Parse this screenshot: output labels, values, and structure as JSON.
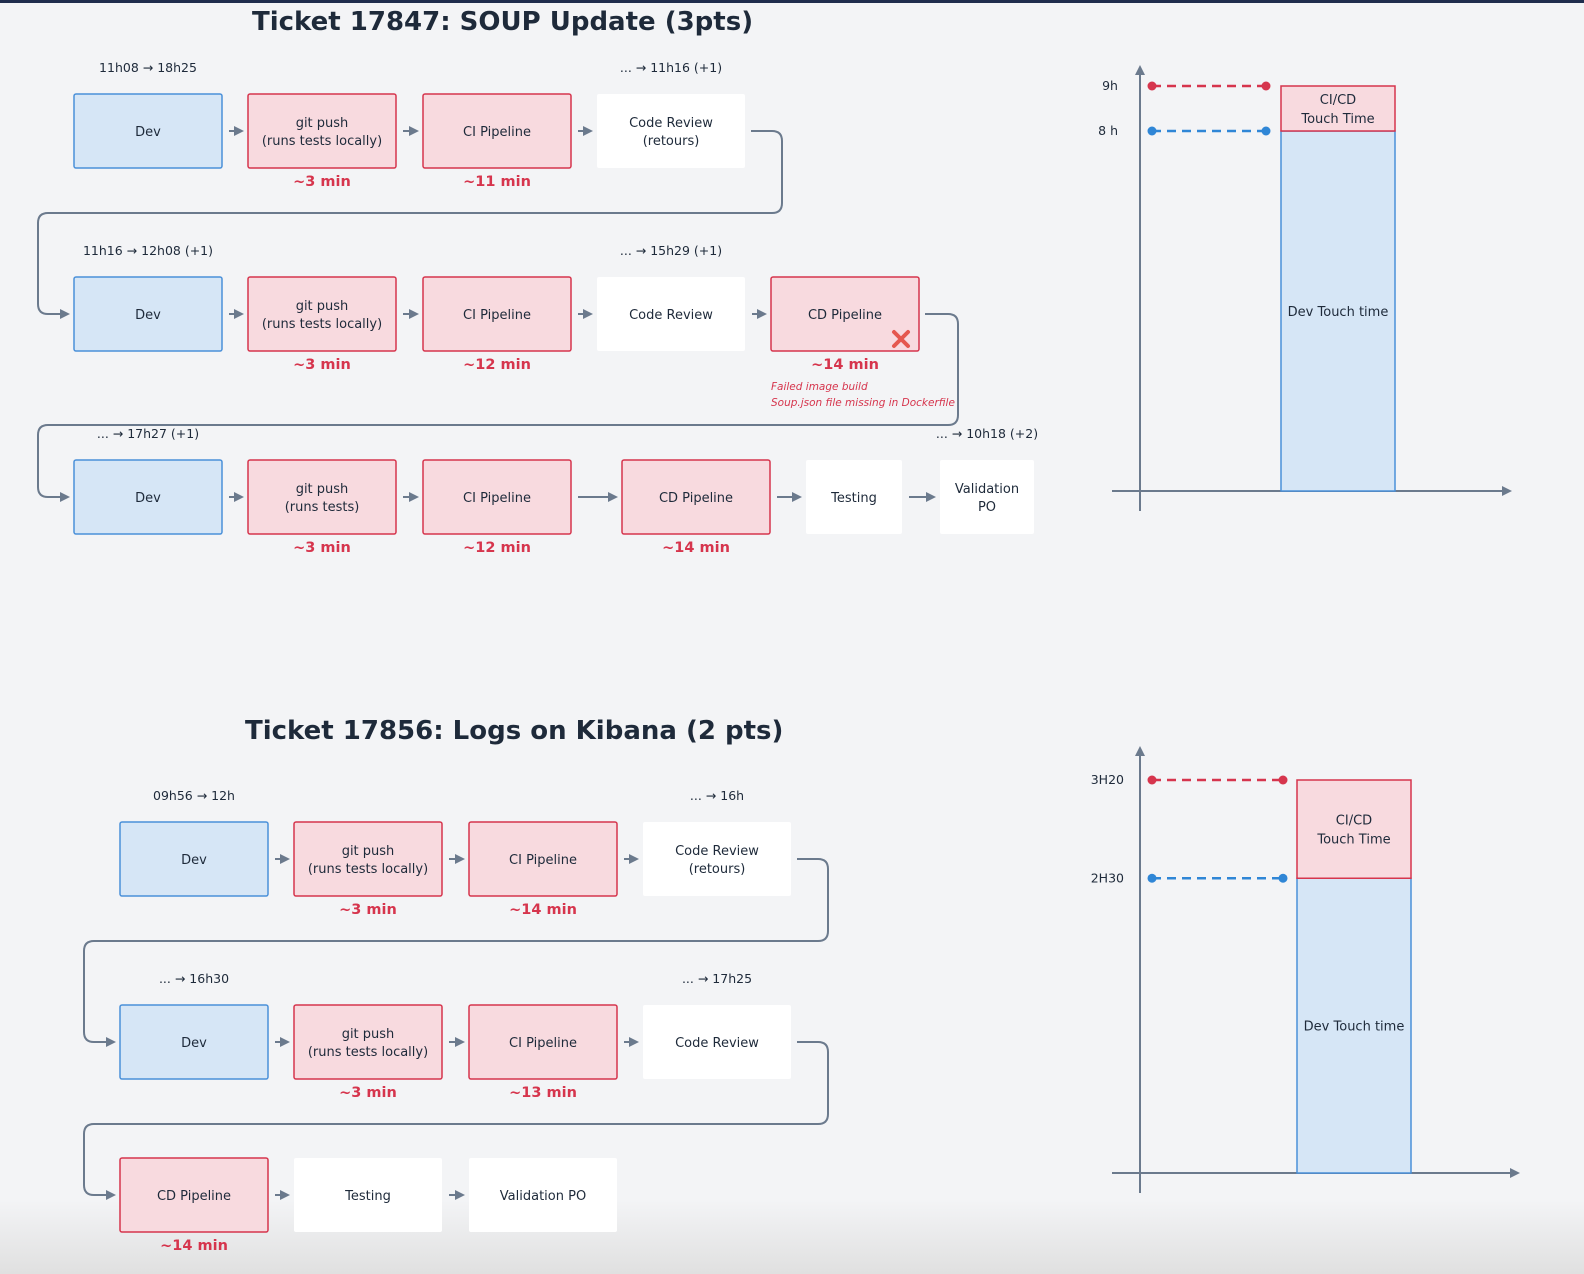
{
  "ticket1": {
    "title": "Ticket 17847: SOUP Update (3pts)",
    "rows": [
      {
        "steps": [
          {
            "label": [
              "Dev"
            ],
            "type": "dev",
            "time_label": "11h08 → 18h25"
          },
          {
            "label": [
              "git push",
              "(runs tests locally)"
            ],
            "type": "ci",
            "duration": "~3 min"
          },
          {
            "label": [
              "CI Pipeline"
            ],
            "type": "ci",
            "duration": "~11 min"
          },
          {
            "label": [
              "Code Review",
              "(retours)"
            ],
            "type": "review",
            "time_label": "... → 11h16 (+1)"
          }
        ]
      },
      {
        "steps": [
          {
            "label": [
              "Dev"
            ],
            "type": "dev",
            "time_label": "11h16 → 12h08 (+1)"
          },
          {
            "label": [
              "git push",
              "(runs tests locally)"
            ],
            "type": "ci",
            "duration": "~3 min"
          },
          {
            "label": [
              "CI Pipeline"
            ],
            "type": "ci",
            "duration": "~12 min"
          },
          {
            "label": [
              "Code Review"
            ],
            "type": "review",
            "time_label": "... → 15h29 (+1)"
          },
          {
            "label": [
              "CD Pipeline"
            ],
            "type": "ci",
            "duration": "~14 min",
            "failed": true,
            "note": [
              "Failed image build",
              "Soup.json file missing in Dockerfile"
            ]
          }
        ]
      },
      {
        "steps": [
          {
            "label": [
              "Dev"
            ],
            "type": "dev",
            "time_label": "... → 17h27 (+1)"
          },
          {
            "label": [
              "git push",
              "(runs tests)"
            ],
            "type": "ci",
            "duration": "~3 min"
          },
          {
            "label": [
              "CI Pipeline"
            ],
            "type": "ci",
            "duration": "~12 min"
          },
          {
            "label": [
              "CD Pipeline"
            ],
            "type": "ci",
            "duration": "~14 min"
          },
          {
            "label": [
              "Testing"
            ],
            "type": "review"
          },
          {
            "label": [
              "Validation",
              "PO"
            ],
            "type": "review",
            "time_label": "... → 10h18 (+2)"
          }
        ]
      }
    ],
    "chart": {
      "ticks": [
        {
          "label": "9h",
          "value": 9,
          "color": "#d6354d"
        },
        {
          "label": "8 h",
          "value": 8,
          "color": "#2f86d6"
        }
      ],
      "segments": [
        {
          "label": [
            "Dev Touch time"
          ],
          "from": 0,
          "to": 8,
          "type": "dev"
        },
        {
          "label": [
            "CI/CD",
            "Touch Time"
          ],
          "from": 8,
          "to": 9,
          "type": "ci"
        }
      ]
    }
  },
  "ticket2": {
    "title": "Ticket 17856: Logs on Kibana (2 pts)",
    "rows": [
      {
        "steps": [
          {
            "label": [
              "Dev"
            ],
            "type": "dev",
            "time_label": "09h56 → 12h"
          },
          {
            "label": [
              "git push",
              "(runs tests locally)"
            ],
            "type": "ci",
            "duration": "~3 min"
          },
          {
            "label": [
              "CI Pipeline"
            ],
            "type": "ci",
            "duration": "~14 min"
          },
          {
            "label": [
              "Code Review",
              "(retours)"
            ],
            "type": "review",
            "time_label": "... → 16h"
          }
        ]
      },
      {
        "steps": [
          {
            "label": [
              "Dev"
            ],
            "type": "dev",
            "time_label": "... → 16h30"
          },
          {
            "label": [
              "git push",
              "(runs tests locally)"
            ],
            "type": "ci",
            "duration": "~3 min"
          },
          {
            "label": [
              "CI Pipeline"
            ],
            "type": "ci",
            "duration": "~13 min"
          },
          {
            "label": [
              "Code Review"
            ],
            "type": "review",
            "time_label": "... → 17h25"
          }
        ]
      },
      {
        "steps": [
          {
            "label": [
              "CD Pipeline"
            ],
            "type": "ci",
            "duration": "~14 min"
          },
          {
            "label": [
              "Testing"
            ],
            "type": "review"
          },
          {
            "label": [
              "Validation PO"
            ],
            "type": "review"
          }
        ]
      }
    ],
    "chart": {
      "ticks": [
        {
          "label": "3H20",
          "value": 200,
          "color": "#d6354d"
        },
        {
          "label": "2H30",
          "value": 150,
          "color": "#2f86d6"
        }
      ],
      "segments": [
        {
          "label": [
            "Dev Touch time"
          ],
          "from": 0,
          "to": 150,
          "type": "dev"
        },
        {
          "label": [
            "CI/CD",
            "Touch Time"
          ],
          "from": 150,
          "to": 200,
          "type": "ci"
        }
      ]
    }
  },
  "colors": {
    "dev_fill": "#d6e6f6",
    "dev_stroke": "#4a90d9",
    "ci_fill": "#f8dadf",
    "ci_stroke": "#d6354d",
    "review_fill": "#ffffff",
    "connector": "#6b7a8d",
    "fail_mark": "#e5584f"
  }
}
